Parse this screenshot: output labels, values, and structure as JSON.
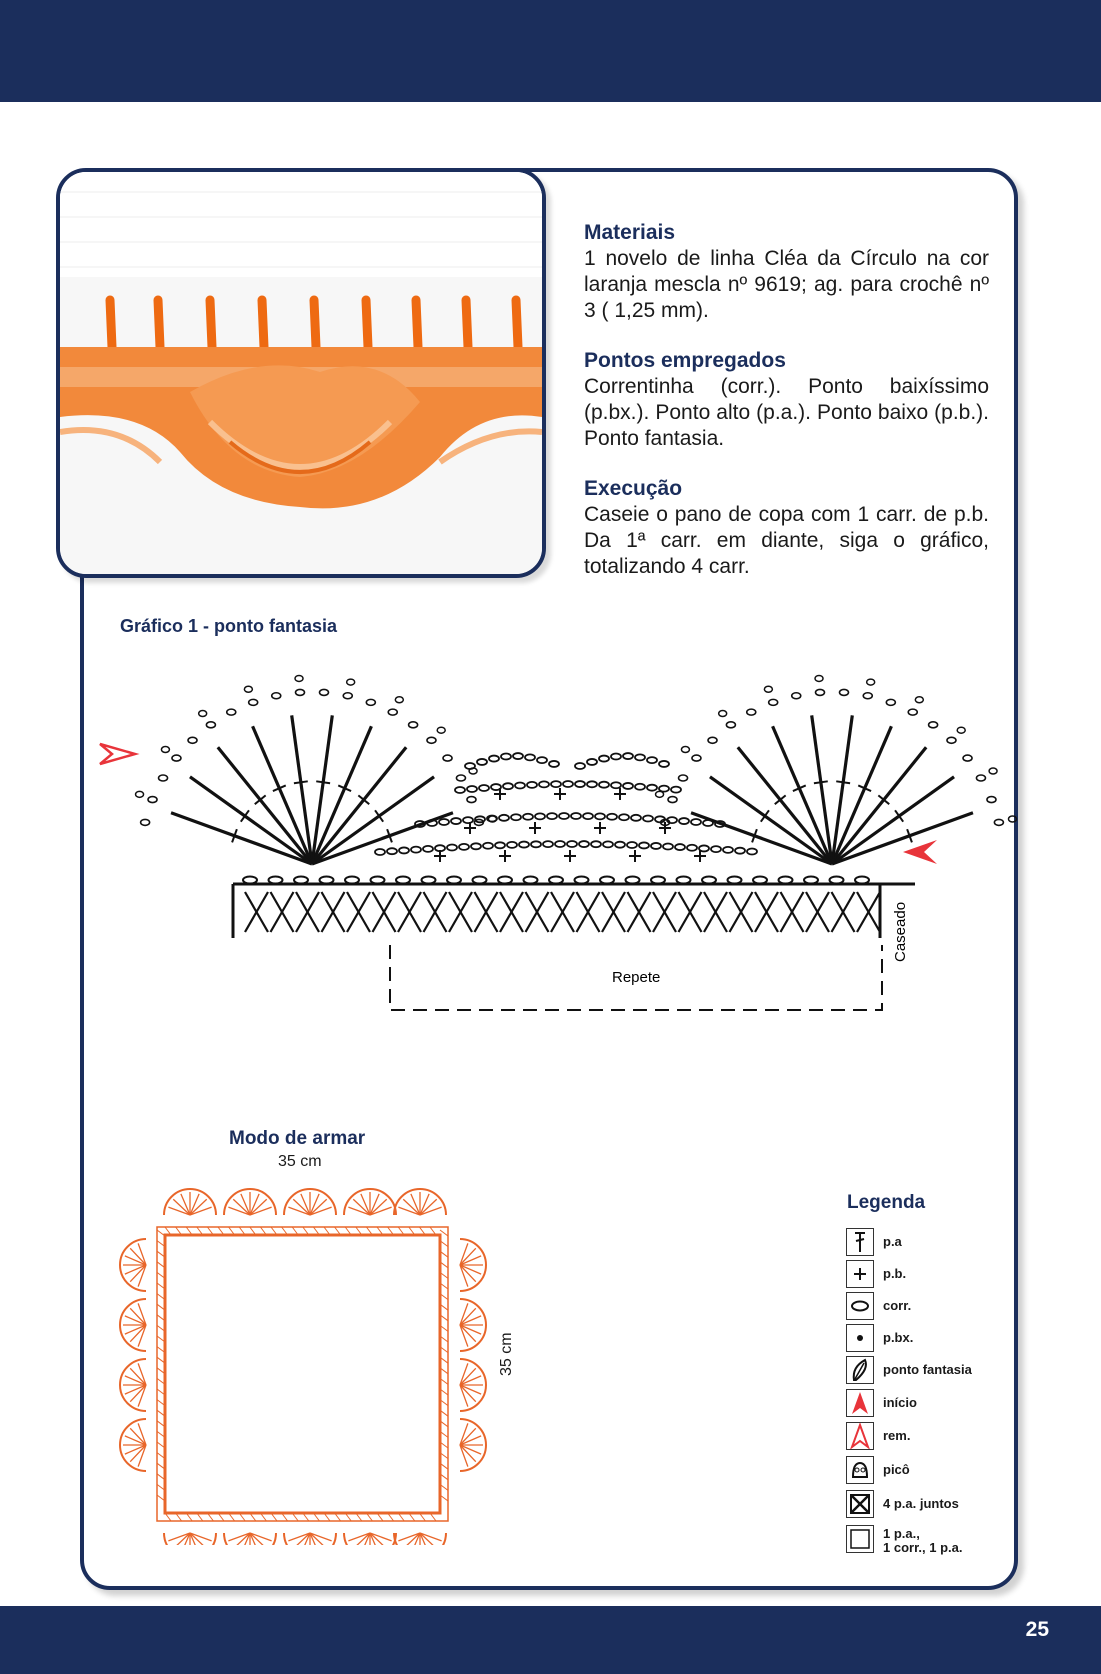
{
  "materials": {
    "heading": "Materiais",
    "text": "1 novelo de linha Cléa da Círculo na cor laranja mescla nº 9619; ag. para crochê nº 3 ( 1,25 mm)."
  },
  "stitches": {
    "heading": "Pontos empregados",
    "text": "Correntinha (corr.). Ponto baixíssimo (p.bx.). Ponto alto (p.a.). Ponto baixo (p.b.). Ponto fantasia."
  },
  "execution": {
    "heading": "Execução",
    "text": "Caseie o pano de copa com 1 carr. de p.b. Da 1ª carr. em diante, siga o gráfico, totalizando 4 carr."
  },
  "chart": {
    "title": "Gráfico 1 - ponto fantasia",
    "side_label": "Caseado",
    "repeat_label": "Repete"
  },
  "assembly": {
    "title": "Modo de armar",
    "width_label": "35 cm",
    "height_label": "35 cm"
  },
  "legend": {
    "title": "Legenda",
    "items": [
      {
        "symbol": "tall-stitch-icon",
        "label": "p.a"
      },
      {
        "symbol": "plus-icon",
        "label": "p.b."
      },
      {
        "symbol": "oval-icon",
        "label": "corr."
      },
      {
        "symbol": "dot-icon",
        "label": "p.bx."
      },
      {
        "symbol": "leaf-icon",
        "label": "ponto fantasia"
      },
      {
        "symbol": "red-arrow-icon",
        "label": "início"
      },
      {
        "symbol": "outline-arrow-icon",
        "label": "rem."
      },
      {
        "symbol": "picot-icon",
        "label": "picô"
      },
      {
        "symbol": "x-box-icon",
        "label": "4 p.a. juntos"
      },
      {
        "symbol": "empty-box-icon",
        "label": "1 p.a.,",
        "label2": "1 corr., 1 p.a."
      }
    ]
  },
  "page_number": "25",
  "colors": {
    "navy": "#1b2e5c",
    "orange": "#f07a28",
    "red": "#e8343a"
  }
}
